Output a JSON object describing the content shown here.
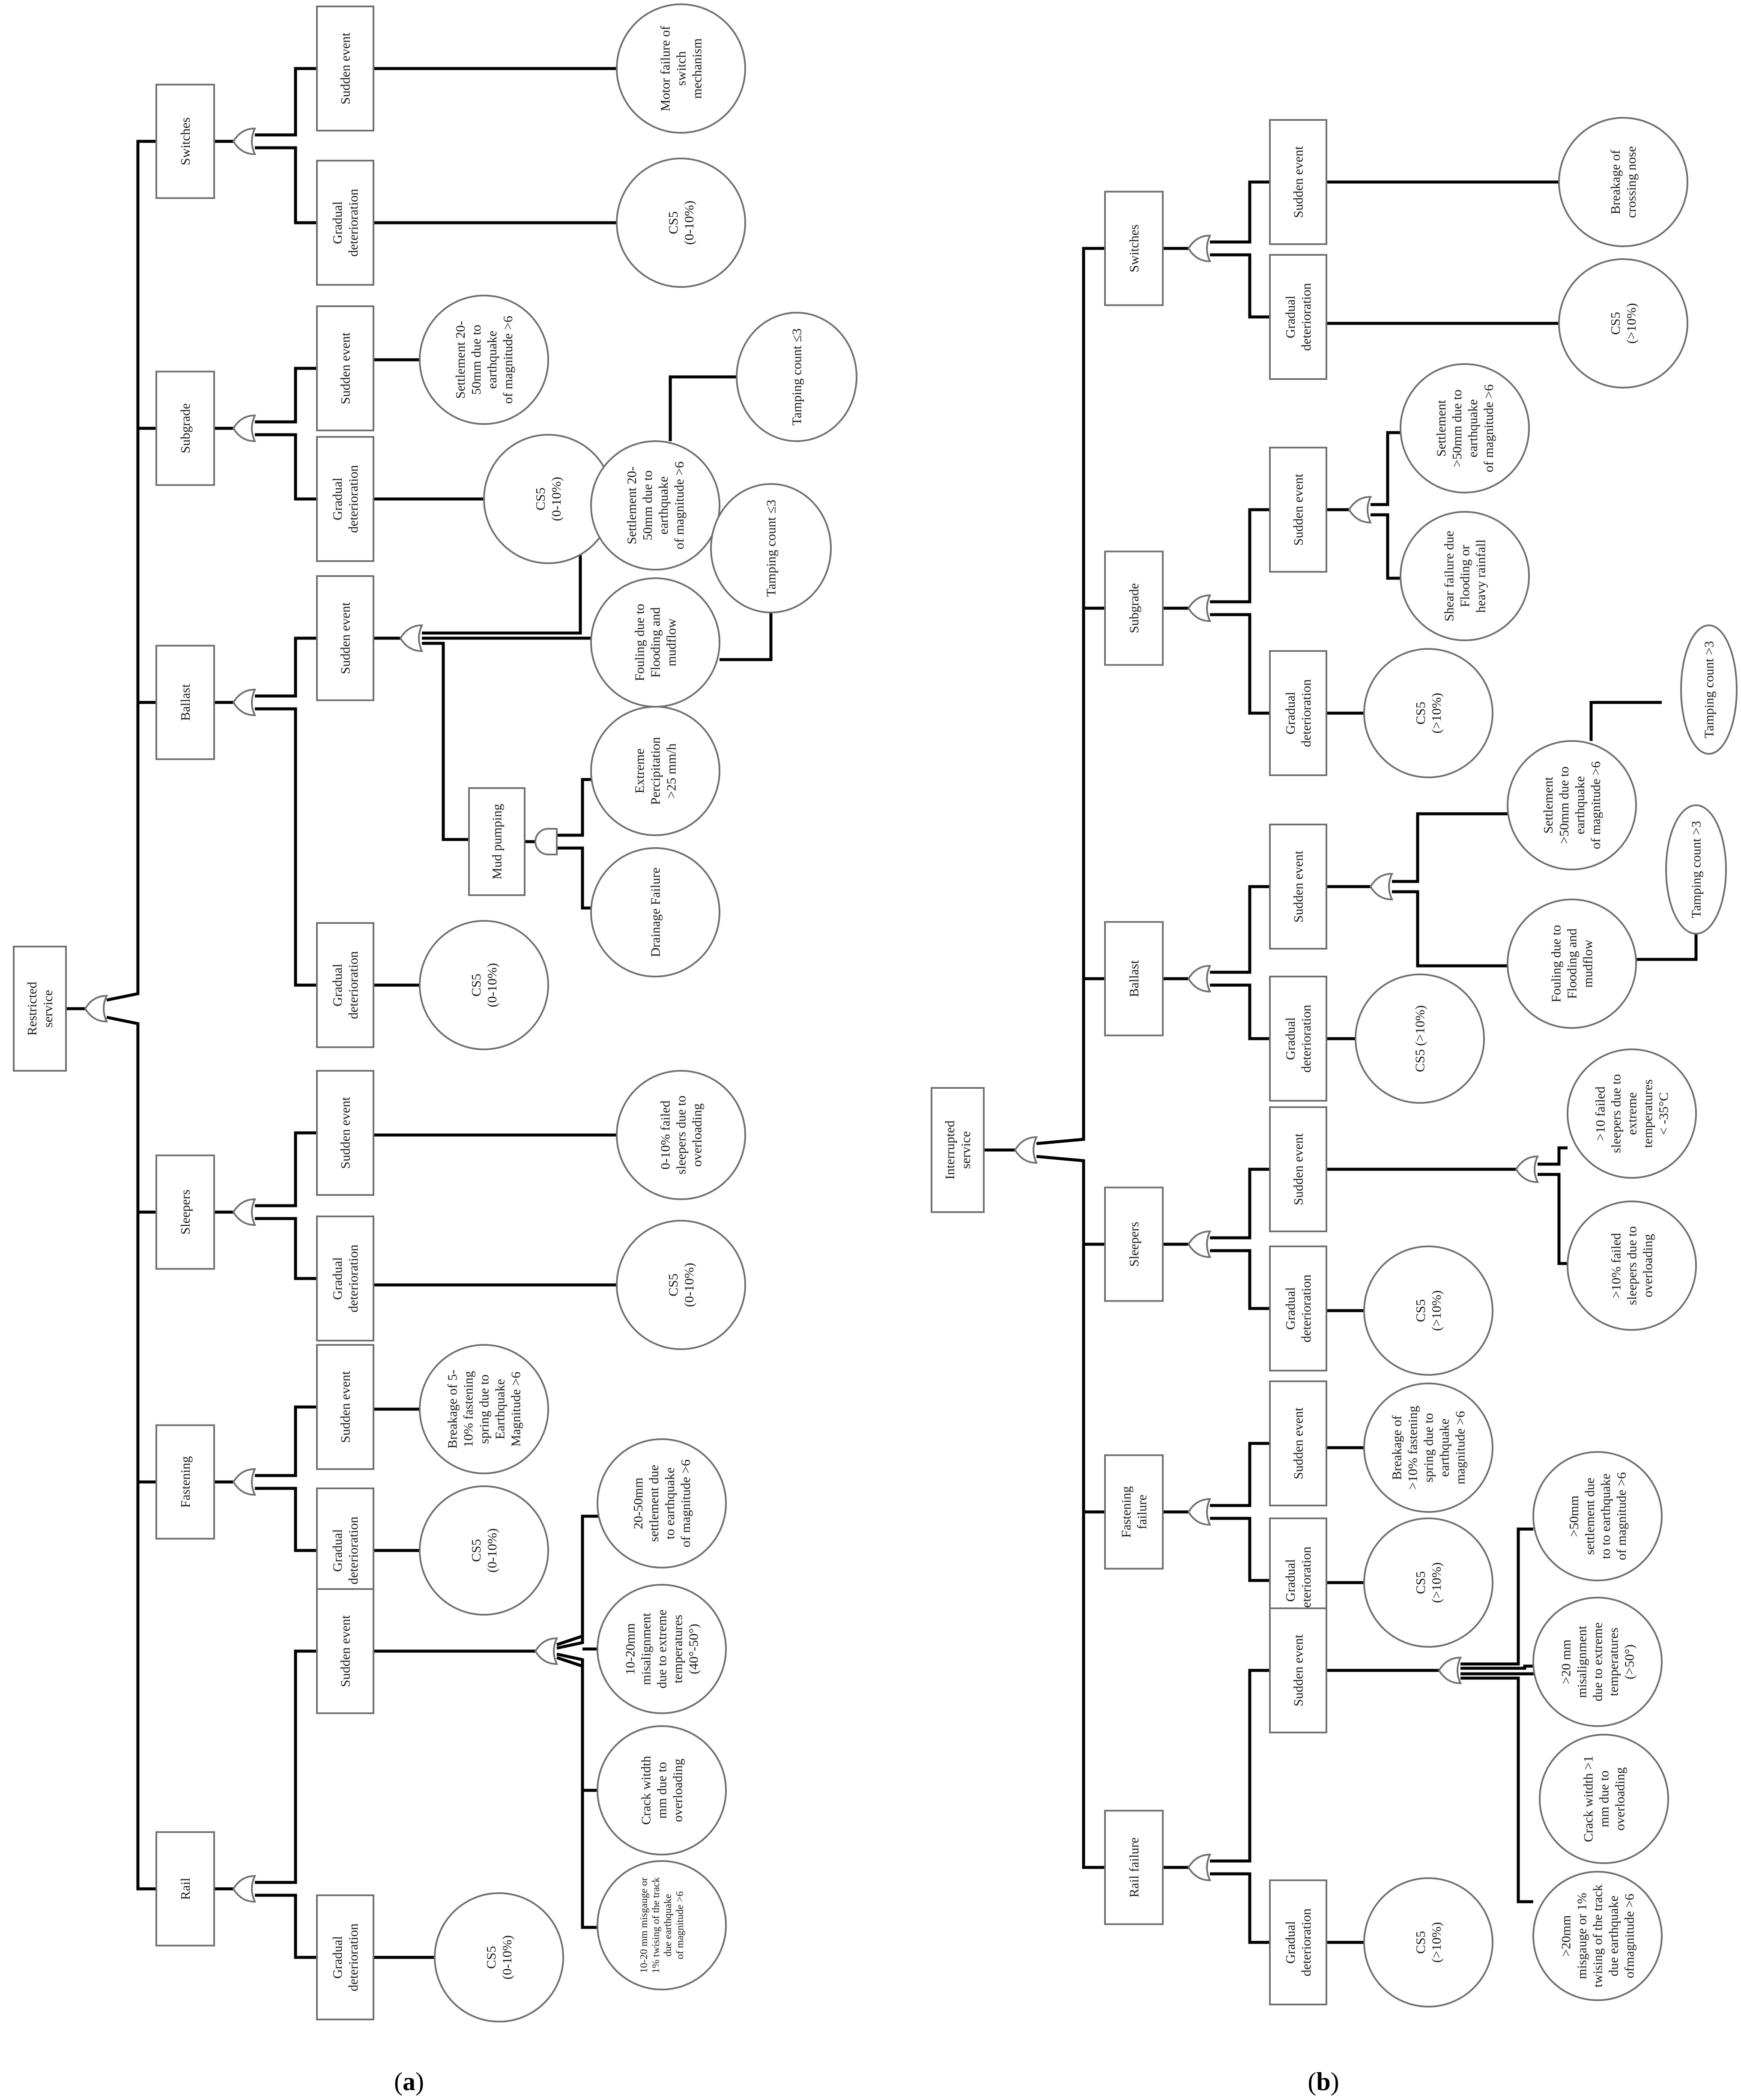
{
  "figures": [
    {
      "id": "a",
      "caption": {
        "open": "(",
        "letter": "a",
        "close": ")"
      },
      "root": "Restricted\nservice",
      "boxes": {
        "rail": "Rail",
        "fastening": "Fastening",
        "sleepers": "Sleepers",
        "ballast": "Ballast",
        "subgrade": "Subgrade",
        "switches": "Switches",
        "rail_grad": "Gradual\ndeterioration",
        "rail_sud": "Sudden event",
        "fast_grad": "Gradual\ndeterioration",
        "fast_sud": "Sudden event",
        "sleep_grad": "Gradual\ndeterioration",
        "sleep_sud": "Sudden event",
        "ball_grad": "Gradual\ndeterioration",
        "ball_sud": "Sudden event",
        "mud": "Mud pumping",
        "sub_grad": "Gradual\ndeterioration",
        "sub_sud": "Sudden event",
        "sw_grad": "Gradual\ndeterioration",
        "sw_sud": "Sudden event"
      },
      "events": {
        "rail_cs5": "CS5\n(0-10%)",
        "rail_e1": "10-20 mm misgauge or\n1% twising of the track\ndue earthquake\nof magnitude >6",
        "rail_e2": "Crack witdth\nmm due to\noverloading",
        "rail_e3": "10-20mm\nmisalignment\ndue to extreme\ntemperatures\n(40°-50°)",
        "rail_e4": "20-50mm\nsettlement due\nto earthquake\nof magnitude >6",
        "fast_cs5": "CS5\n(0-10%)",
        "fast_e": "Breakage of 5-\n10% fastening\nspring due to\nEarthquake\nMagnitude >6",
        "sleep_cs5": "CS5\n(0-10%)",
        "sleep_e": "0-10% failed\nsleepers due to\noverloading",
        "ball_cs5": "CS5\n(0-10%)",
        "drain": "Drainage Failure",
        "precip": "Extreme\nPercipitation\n>25 mm/h",
        "foul": "Fouling due to\nFlooding and\nmudflow",
        "ball_settle": "Settlement 20-\n50mm due to\nearthquake\nof magnitude >6",
        "tamp1": "Tamping count ≤3",
        "tamp2": "Tamping count ≤3",
        "sub_cs5": "CS5\n(0-10%)",
        "sub_settle": "Settlement 20-\n50mm due to\nearthquake\nof magnitude >6",
        "sw_cs5": "CS5\n(0-10%)",
        "sw_motor": "Motor failure of\nswitch\nmechanism"
      }
    },
    {
      "id": "b",
      "caption": {
        "open": "(",
        "letter": "b",
        "close": ")"
      },
      "root": "Interrupted\nservice",
      "boxes": {
        "rail": "Rail failure",
        "fastening": "Fastening\nfailure",
        "sleepers": "Sleepers",
        "ballast": "Ballast",
        "subgrade": "Subgrade",
        "switches": "Switches",
        "rail_grad": "Gradual\ndeterioration",
        "rail_sud": "Sudden event",
        "fast_grad": "Gradual\ndeterioration",
        "fast_sud": "Sudden event",
        "sleep_grad": "Gradual\ndeterioration",
        "sleep_sud": "Sudden event",
        "ball_grad": "Gradual\ndeterioration",
        "ball_sud": "Sudden event",
        "sub_grad": "Gradual\ndeterioration",
        "sub_sud": "Sudden event",
        "sw_grad": "Gradual\ndeterioration",
        "sw_sud": "Sudden event"
      },
      "events": {
        "rail_cs5": "CS5\n(>10%)",
        "rail_e1": ">20mm\nmisgauge or 1%\ntwising of the track\ndue earthquake\nofmagnitude >6",
        "rail_e2": "Crack witdth >1\nmm due to\noverloading",
        "rail_e3": ">20 mm\nmisalignment\ndue to extreme\ntemperatures\n(>50°)",
        "rail_e4": ">50mm\nsettlement due\nto to earthquake\nof magnitude >6",
        "fast_cs5": "CS5\n(>10%)",
        "fast_e": "Breakage of\n>10% fastening\nspring due to\nearthquake\nmagnitude >6",
        "sleep_cs5": "CS5\n(>10%)",
        "sleep_e1": ">10% failed\nsleepers due to\noverloading",
        "sleep_e2": ">10 failed\nsleepers due to\nextreme\ntemperatures\n< -35°C",
        "ball_cs5": "CS5 (>10%)",
        "foul": "Fouling due to\nFlooding and\nmudflow",
        "ball_settle": "Settlement\n>50mm due to\nearthquake\nof magnitude >6",
        "tamp1": "Tamping count >3",
        "tamp2": "Tamping count >3",
        "sub_cs5": "CS5\n(>10%)",
        "sub_shear": "Shear failure due\nFlooding or\nheavy rainfall",
        "sub_settle": "Settlement\n>50mm due to\nearthquake\nof magnitude >6",
        "sw_cs5": "CS5\n(>10%)",
        "sw_break": "Breakage of\ncrossing nose"
      }
    }
  ]
}
